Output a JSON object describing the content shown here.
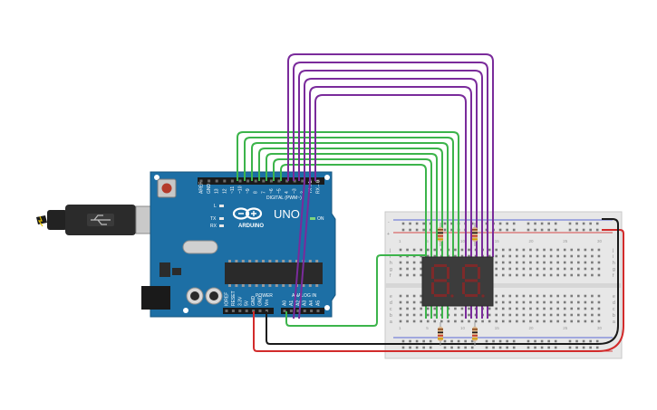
{
  "board": {
    "brand_text": "ARDUINO",
    "model_text": "UNO",
    "digital_label": "DIGITAL (PWM~)",
    "power_label": "POWER",
    "analog_label": "ANALOG IN",
    "on_label": "ON",
    "led_tx": "TX",
    "led_rx": "RX",
    "led_l": "L",
    "aref": "AREF",
    "gnd": "GND",
    "digital_pins": [
      "13",
      "12",
      "~11",
      "~10",
      "~9",
      "8",
      "7",
      "~6",
      "~5",
      "4",
      "~3",
      "2",
      "TX→1",
      "RX←0"
    ],
    "power_pins": [
      "IOREF",
      "RESET",
      "3.3V",
      "5V",
      "GND",
      "GND",
      "Vin"
    ],
    "analog_pins": [
      "A0",
      "A1",
      "A2",
      "A3",
      "A4",
      "A5"
    ]
  },
  "breadboard": {
    "row_letters_top": [
      "j",
      "i",
      "h",
      "g",
      "f"
    ],
    "row_letters_bottom": [
      "e",
      "d",
      "c",
      "b",
      "a"
    ],
    "rail_plus": "+",
    "rail_minus": "-",
    "column_numbers": [
      "1",
      "",
      "",
      "",
      "5",
      "",
      "",
      "",
      "",
      "10",
      "",
      "",
      "",
      "",
      "15",
      "",
      "",
      "",
      "",
      "20",
      "",
      "",
      "",
      "",
      "25",
      "",
      "",
      "",
      "",
      "30"
    ]
  },
  "colors": {
    "board_blue": "#1d6fa5",
    "wire_green": "#3cb44b",
    "wire_purple": "#7a2b9b",
    "wire_red": "#d22b2b",
    "wire_black": "#1a1a1a",
    "display_body": "#3c3c3c",
    "segment_red": "#7d2a2a"
  },
  "display": {
    "digit_count": 2
  }
}
